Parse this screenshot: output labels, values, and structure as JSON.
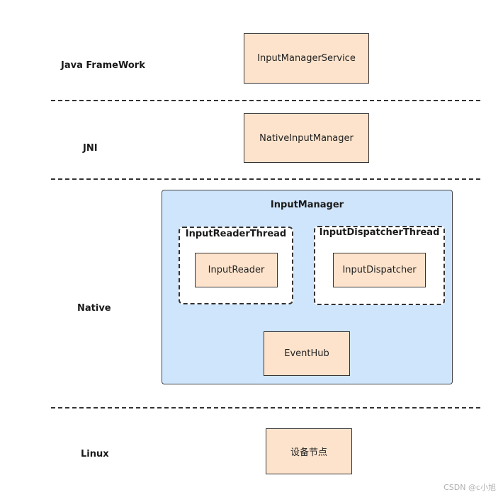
{
  "layers": {
    "java_framework": "Java FrameWork",
    "jni": "JNI",
    "native": "Native",
    "linux": "Linux"
  },
  "boxes": {
    "input_manager_service": "InputManagerService",
    "native_input_manager": "NativeInputManager",
    "input_reader": "InputReader",
    "input_dispatcher": "InputDispatcher",
    "event_hub": "EventHub",
    "device_node": "设备节点"
  },
  "containers": {
    "input_manager": "InputManager",
    "input_reader_thread": "InputReaderThread",
    "input_dispatcher_thread": "InputDispatcherThread"
  },
  "watermark": "CSDN @c小旭",
  "colors": {
    "component_fill": "#fde3cc",
    "container_fill": "#cfe5fb",
    "thread_fill": "#ffffff",
    "border": "#333333"
  }
}
